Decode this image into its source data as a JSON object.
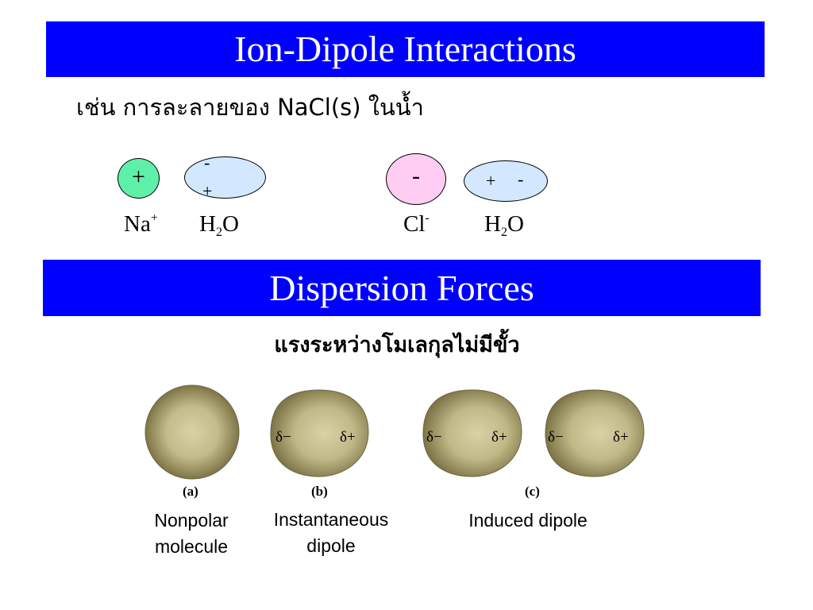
{
  "headings": {
    "ion_dipole": "Ion-Dipole Interactions",
    "dispersion": "Dispersion Forces"
  },
  "example_text": "เช่น การละลายของ NaCl(s) ในน้ำ",
  "dispersion_subtitle": "แรงระหว่างโมเลกุลไม่มีขั้ว",
  "ion_pairs": {
    "sodium": {
      "ion_charge": "+",
      "ion_label": "Na",
      "ion_sup": "+",
      "water_charges": [
        "-",
        "+"
      ],
      "water_label_a": "H",
      "water_label_sub": "2",
      "water_label_b": "O"
    },
    "chloride": {
      "ion_charge": "-",
      "ion_label": "Cl",
      "ion_sup": "-",
      "water_charges": [
        "+",
        "-"
      ],
      "water_label_a": "H",
      "water_label_sub": "2",
      "water_label_b": "O"
    }
  },
  "molecules": {
    "a": {
      "caption": "(a)",
      "description_lines": [
        "Nonpolar",
        "molecule"
      ]
    },
    "b": {
      "caption": "(b)",
      "description_lines": [
        "Instantaneous",
        "dipole"
      ],
      "delta_minus": "δ−",
      "delta_plus": "δ+"
    },
    "c": {
      "caption": "(c)",
      "description_lines": [
        "Induced dipole"
      ],
      "delta_minus": "δ−",
      "delta_plus": "δ+"
    }
  },
  "colors": {
    "banner": "#0000ff",
    "cation_fill": "#5ef0a8",
    "anion_fill": "#ffccf4",
    "water_fill": "#d3e8ff",
    "molecule_edge": "#7d7548",
    "molecule_center": "#d9d2a8"
  }
}
